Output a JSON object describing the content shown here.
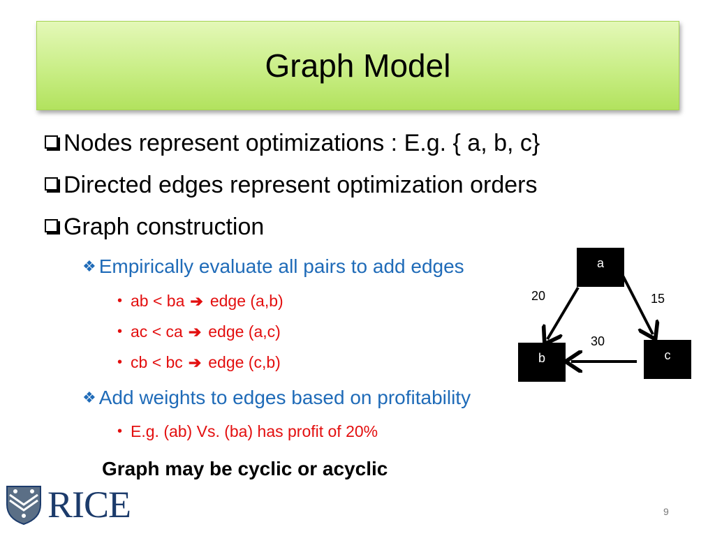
{
  "slide": {
    "title": "Graph Model",
    "page_number": "9"
  },
  "bullets": {
    "level1": [
      "Nodes represent optimizations : E.g. { a, b, c}",
      "Directed edges represent optimization orders",
      "Graph construction"
    ],
    "sub1": {
      "text": "Empirically evaluate all pairs to add edges",
      "items": [
        {
          "left": "ab < ba",
          "right": "edge (a,b)"
        },
        {
          "left": "ac < ca",
          "right": "edge (a,c)"
        },
        {
          "left": "cb < bc",
          "right": "edge (c,b)"
        }
      ]
    },
    "sub2": {
      "text": "Add weights to edges based on profitability",
      "items": [
        "E.g. (ab) Vs. (ba) has profit of 20%"
      ]
    },
    "footnote": "Graph may be cyclic or acyclic"
  },
  "graph": {
    "nodes": [
      "a",
      "b",
      "c"
    ],
    "edges": [
      {
        "from": "a",
        "to": "b",
        "weight": "20"
      },
      {
        "from": "a",
        "to": "c",
        "weight": "15"
      },
      {
        "from": "c",
        "to": "b",
        "weight": "30"
      }
    ]
  },
  "logo": {
    "text": "RICE"
  },
  "icons": {
    "level1_bullet": "checkbox-square-icon",
    "level2_bullet": "diamond-cluster-icon",
    "level3_bullet": "dot-icon",
    "implies": "right-arrow-icon"
  },
  "colors": {
    "title_bg": "#c9ee86",
    "level2_text": "#1f6bb8",
    "level3_text": "#e30f0f",
    "logo": "#1c3b6b"
  }
}
